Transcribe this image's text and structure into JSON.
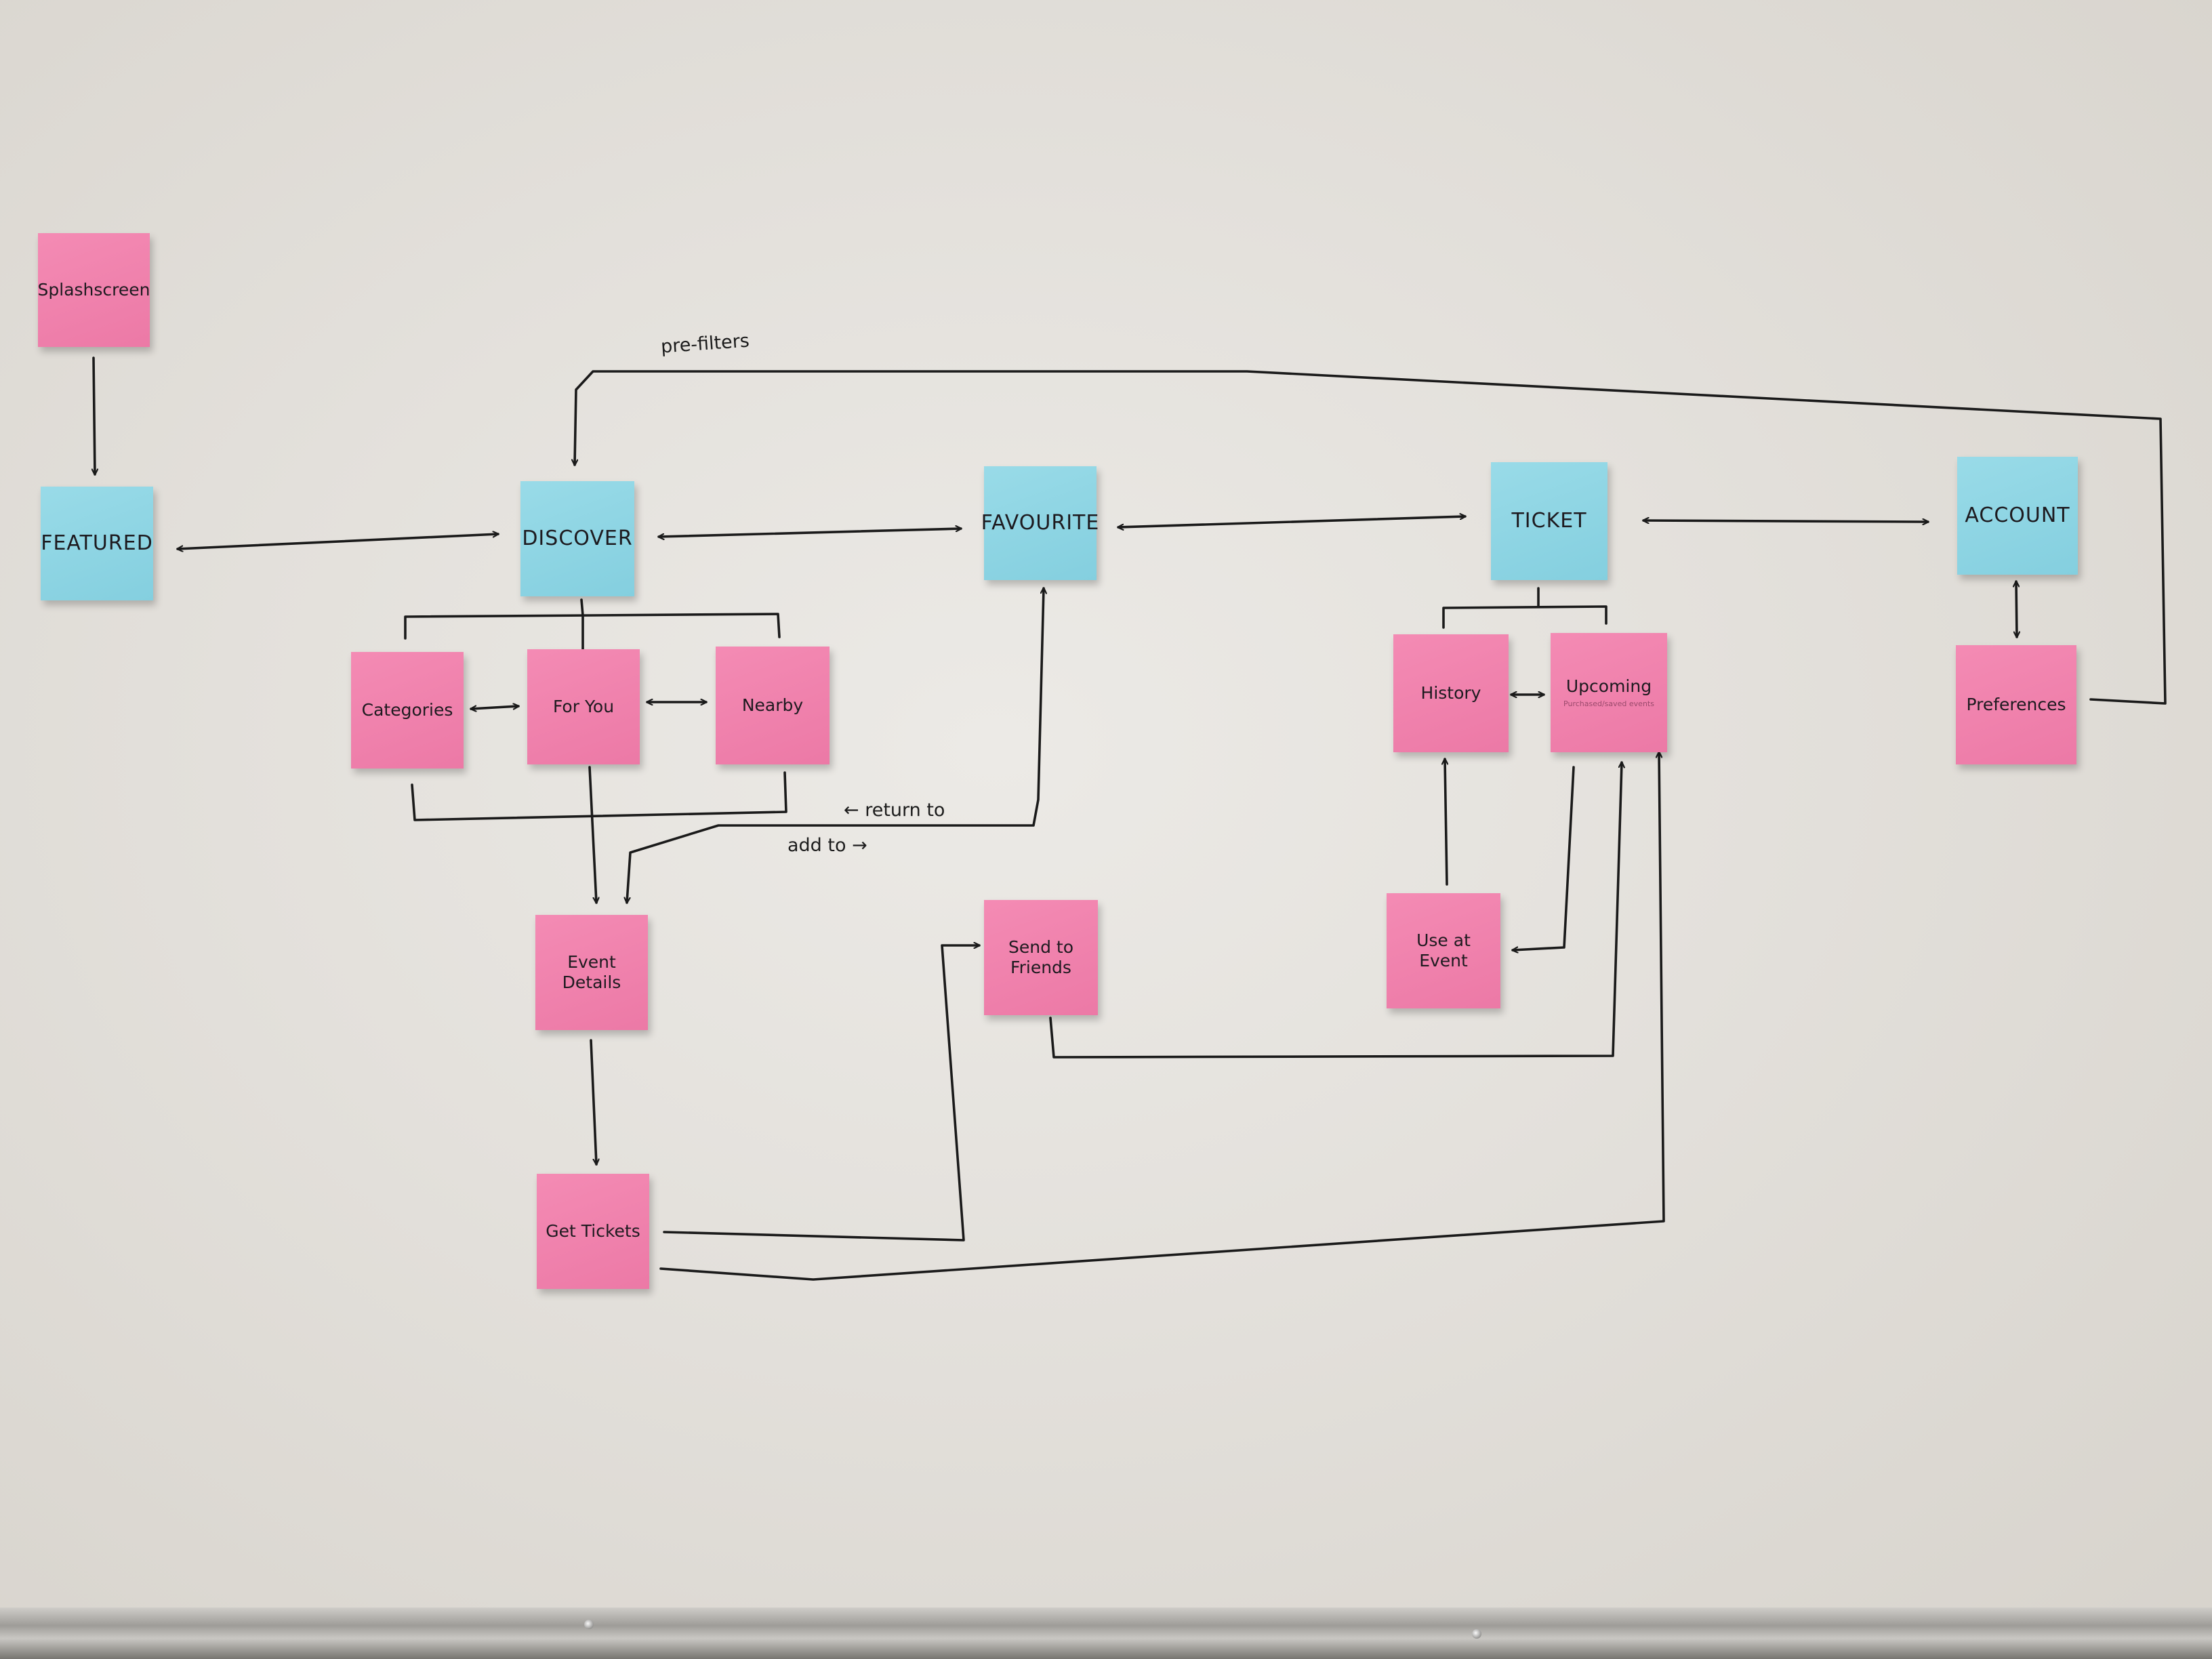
{
  "notes": {
    "splashscreen": {
      "label": "Splashscreen",
      "sub": ""
    },
    "featured": {
      "label": "FEATURED",
      "sub": ""
    },
    "discover": {
      "label": "DISCOVER",
      "sub": ""
    },
    "favourite": {
      "label": "FAVOURITE",
      "sub": ""
    },
    "ticket": {
      "label": "TICKET",
      "sub": ""
    },
    "account": {
      "label": "ACCOUNT",
      "sub": ""
    },
    "categories": {
      "label": "Categories",
      "sub": ""
    },
    "for_you": {
      "label": "For You",
      "sub": ""
    },
    "nearby": {
      "label": "Nearby",
      "sub": ""
    },
    "history": {
      "label": "History",
      "sub": ""
    },
    "upcoming": {
      "label": "Upcoming",
      "sub": "Purchased/saved events"
    },
    "preferences": {
      "label": "Preferences",
      "sub": ""
    },
    "event_details": {
      "label": "Event Details",
      "sub": ""
    },
    "get_tickets": {
      "label": "Get Tickets",
      "sub": ""
    },
    "send_to_friends": {
      "label": "Send to Friends",
      "sub": ""
    },
    "use_at_event": {
      "label": "Use at Event",
      "sub": ""
    }
  },
  "annotations": {
    "pre_filters": "pre-filters",
    "return_to": "← return to",
    "add_to": "add to →"
  },
  "colors": {
    "pink_note": "#ec79a6",
    "cyan_note": "#84cfdf",
    "marker": "#1a1a1a",
    "board": "#e6e3de"
  }
}
